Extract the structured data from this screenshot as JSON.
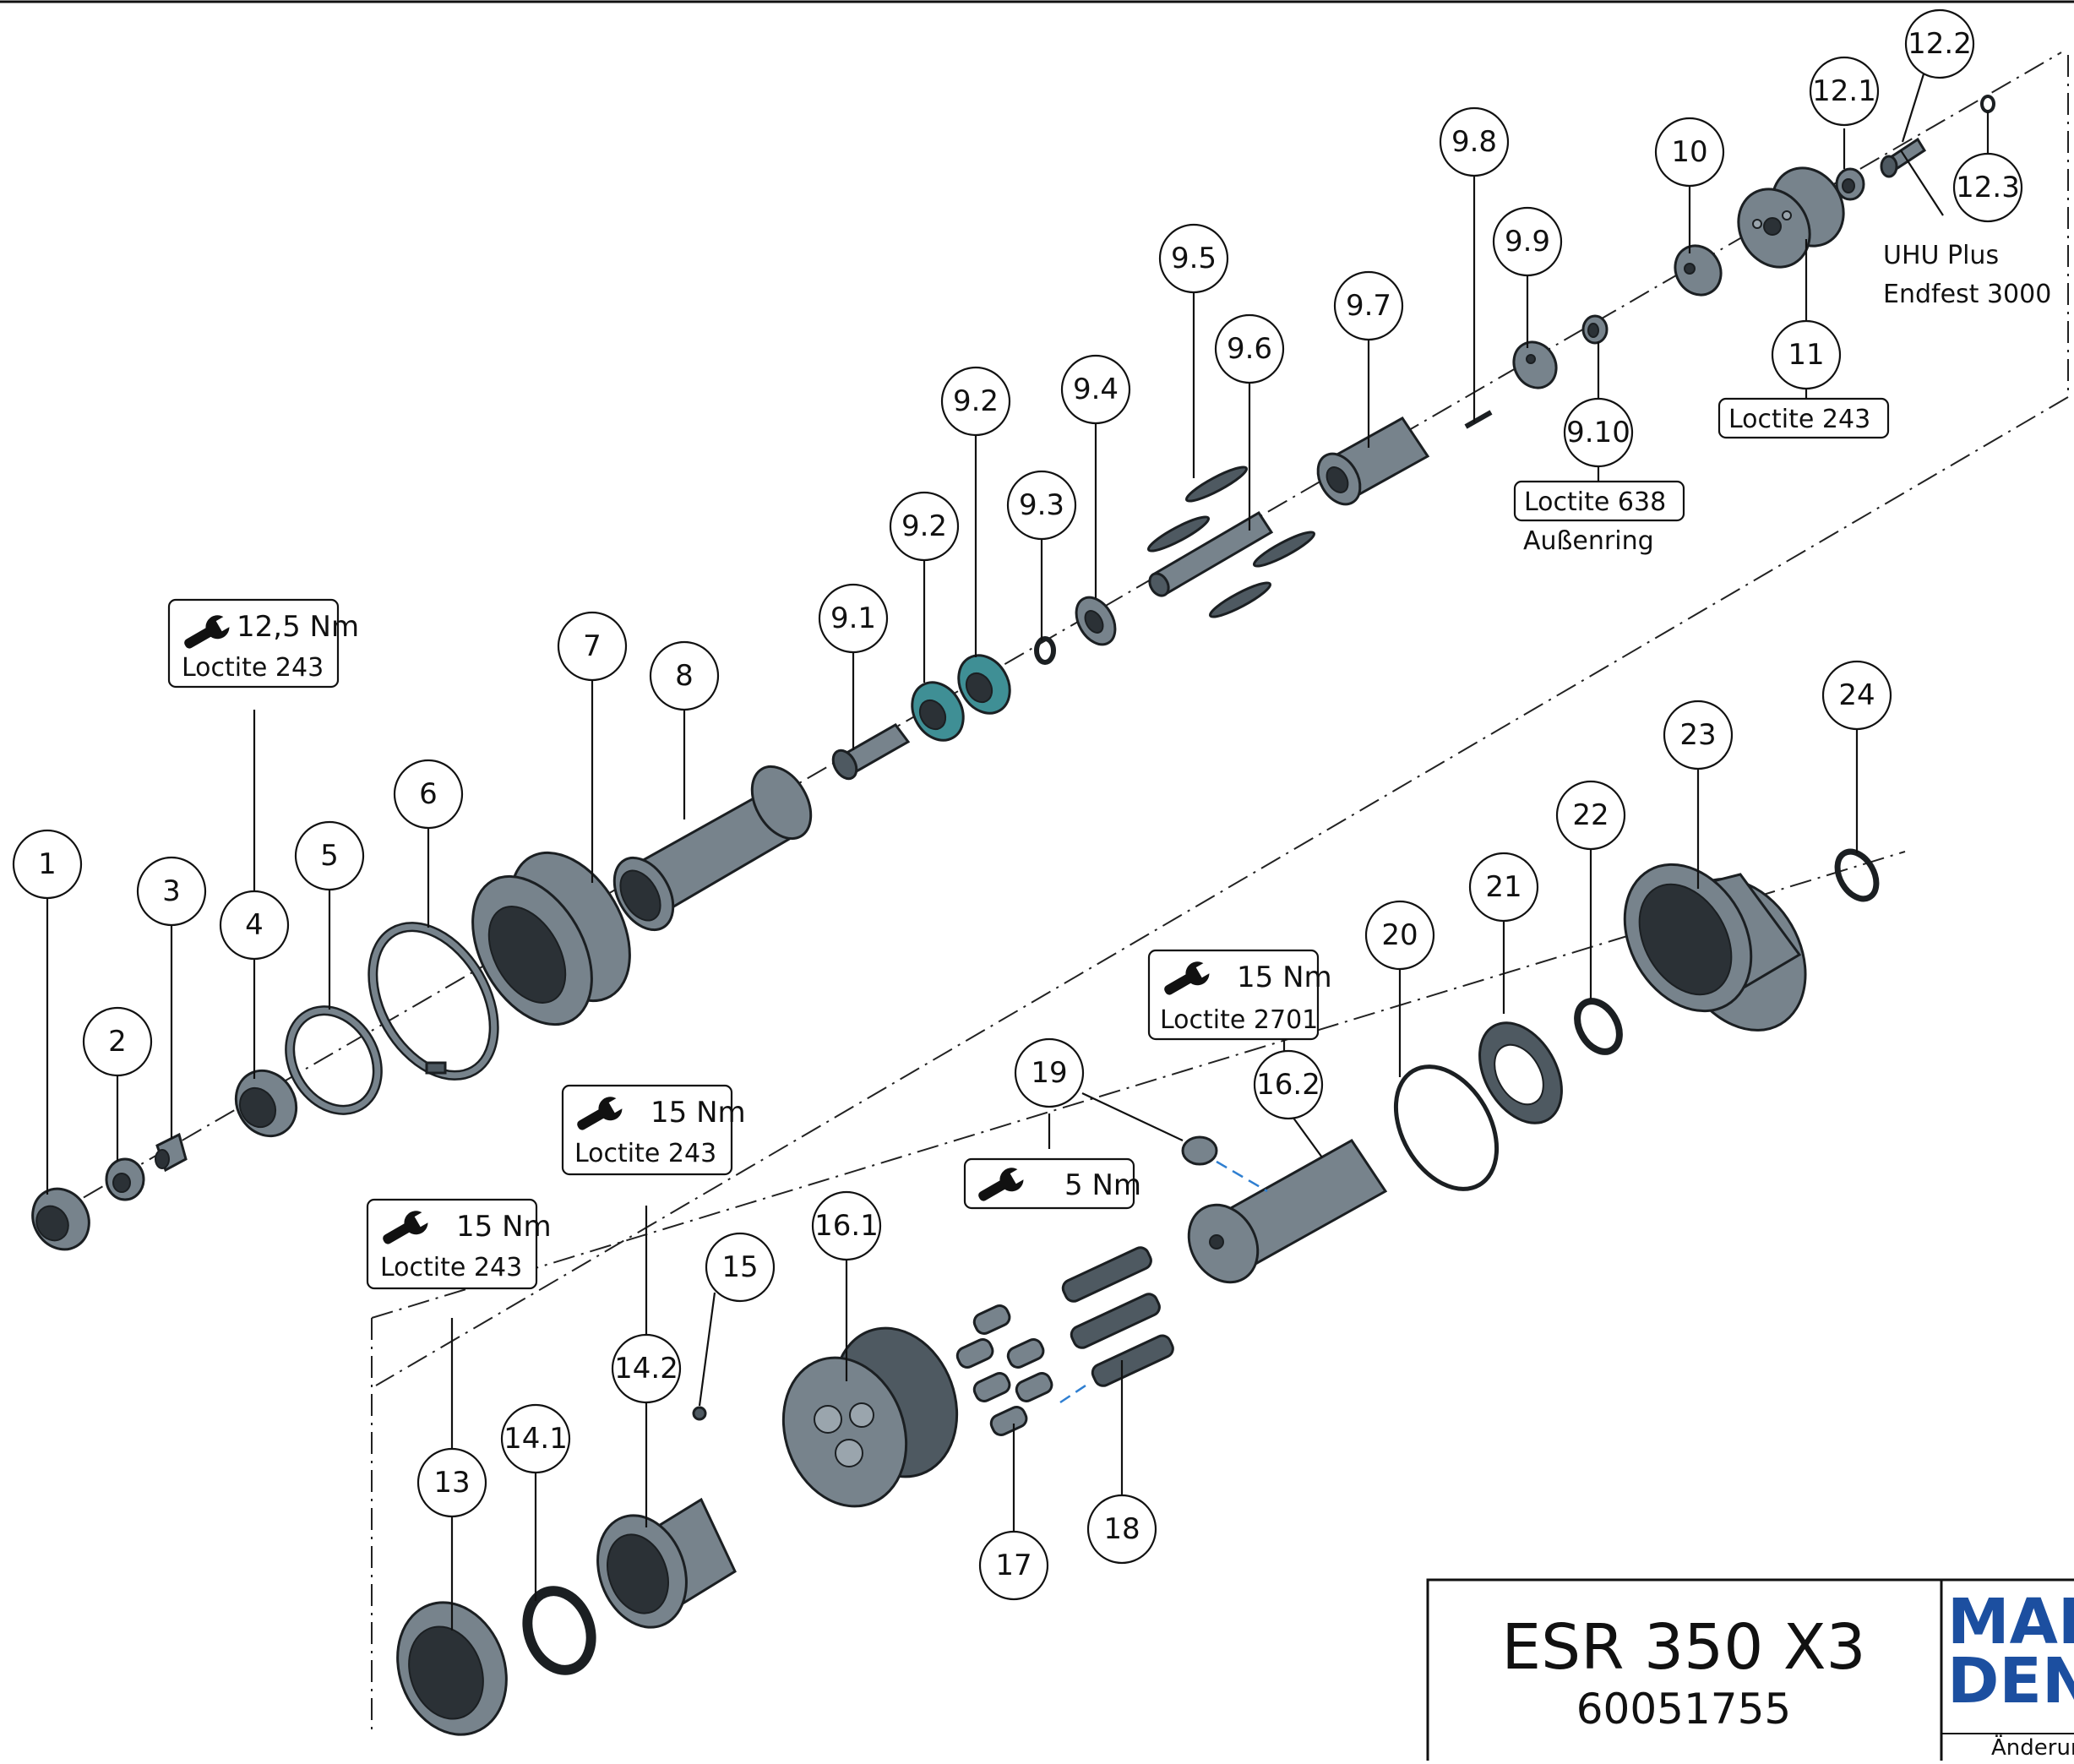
{
  "callouts": {
    "c1": "1",
    "c2": "2",
    "c3": "3",
    "c4": "4",
    "c5": "5",
    "c6": "6",
    "c7": "7",
    "c8": "8",
    "c9_1": "9.1",
    "c9_2a": "9.2",
    "c9_2b": "9.2",
    "c9_3": "9.3",
    "c9_4": "9.4",
    "c9_5": "9.5",
    "c9_6": "9.6",
    "c9_7": "9.7",
    "c9_8": "9.8",
    "c9_9": "9.9",
    "c9_10": "9.10",
    "c10": "10",
    "c11": "11",
    "c12_1": "12.1",
    "c12_2": "12.2",
    "c12_3": "12.3",
    "c13": "13",
    "c14_1": "14.1",
    "c14_2": "14.2",
    "c15": "15",
    "c16_1": "16.1",
    "c16_2": "16.2",
    "c17": "17",
    "c18": "18",
    "c19": "19",
    "c20": "20",
    "c21": "21",
    "c22": "22",
    "c23": "23",
    "c24": "24"
  },
  "annotations": {
    "a4": {
      "torque": "12,5 Nm",
      "adhesive": "Loctite 243"
    },
    "a11": {
      "adhesive": "Loctite 243"
    },
    "a9_10": {
      "adhesive": "Loctite 638",
      "note": "Außenring"
    },
    "a12": {
      "line1": "UHU Plus",
      "line2": "Endfest 3000"
    },
    "a16_2": {
      "torque": "15 Nm",
      "adhesive": "Loctite 2701"
    },
    "a19": {
      "torque": "5 Nm"
    },
    "a14_2": {
      "torque": "15 Nm",
      "adhesive": "Loctite 243"
    },
    "a13": {
      "torque": "15 Nm",
      "adhesive": "Loctite 243"
    }
  },
  "title_block": {
    "title": "ESR 350 X3",
    "number": "60051755",
    "logo_line1": "MAN",
    "logo_line2": "DEN",
    "change_label": "Änderung"
  },
  "colors": {
    "part": "#77838c",
    "bearing_seal": "#3f8f95",
    "aux_line": "#2f7fd1"
  }
}
